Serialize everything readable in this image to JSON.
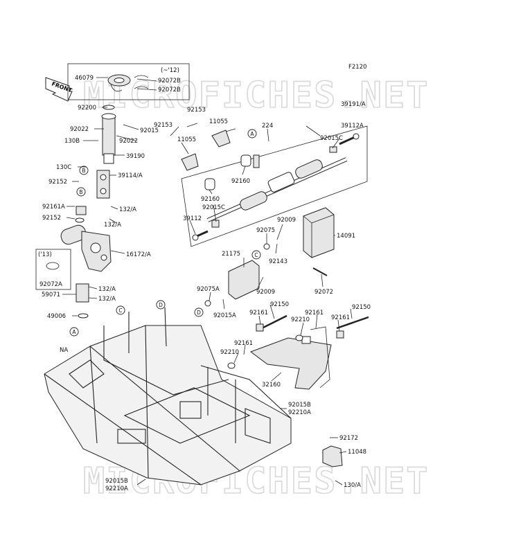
{
  "figure_code": "F2120",
  "watermark": "MICROFICHES.NET",
  "front_arrow_label": "FRONT",
  "variant_top": "(~'12)",
  "variant_mid": "('13)",
  "frame_label": "NA",
  "callouts": [
    "A",
    "B",
    "C",
    "D"
  ],
  "labels": [
    "46079",
    "92072B",
    "92072B",
    "92200",
    "92015",
    "92022",
    "92022",
    "130B",
    "39190",
    "130C",
    "39114/A",
    "92152",
    "92161A",
    "92152",
    "132/A",
    "132/A",
    "16172/A",
    "92072A",
    "59071",
    "132/A",
    "132/A",
    "49006",
    "92153",
    "11055",
    "92153",
    "11055",
    "224",
    "39191/A",
    "39112A",
    "92015C",
    "92160",
    "92160",
    "92015C",
    "39112",
    "92075",
    "92009",
    "14091",
    "92143",
    "21175",
    "92075A",
    "92015A",
    "92009",
    "92072",
    "92150",
    "92161",
    "92210",
    "92161",
    "92150",
    "92161",
    "92161",
    "92210",
    "32160",
    "92015B",
    "92210A",
    "92172",
    "11048",
    "130/A",
    "92015B",
    "92210A"
  ]
}
